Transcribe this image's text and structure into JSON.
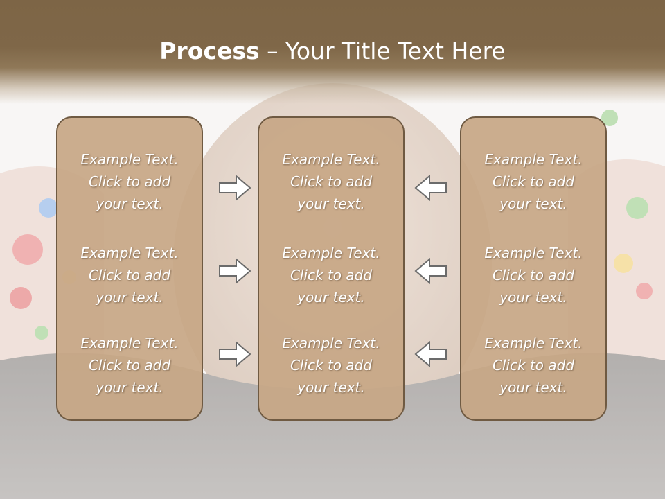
{
  "title": {
    "bold": "Process",
    "dash": " – ",
    "rest": "Your Title Text Here"
  },
  "columns": [
    {
      "blocks": [
        {
          "lines": [
            "Example Text.",
            "Click  to add",
            "your text."
          ]
        },
        {
          "lines": [
            "Example Text.",
            "Click  to add",
            "your text."
          ]
        },
        {
          "lines": [
            "Example Text.",
            "Click  to add",
            "your text."
          ]
        }
      ]
    },
    {
      "blocks": [
        {
          "lines": [
            "Example Text.",
            "Click  to add",
            "your text."
          ]
        },
        {
          "lines": [
            "Example Text.",
            "Click  to add",
            "your text."
          ]
        },
        {
          "lines": [
            "Example Text.",
            "Click  to add",
            "your text."
          ]
        }
      ]
    },
    {
      "blocks": [
        {
          "lines": [
            "Example Text.",
            "Click  to add",
            "your text."
          ]
        },
        {
          "lines": [
            "Example Text.",
            "Click  to add",
            "your text."
          ]
        },
        {
          "lines": [
            "Example Text.",
            "Click  to add",
            "your text."
          ]
        }
      ]
    }
  ],
  "arrows": [
    {
      "icon": "arrow-right-icon"
    },
    {
      "icon": "arrow-right-icon"
    },
    {
      "icon": "arrow-right-icon"
    },
    {
      "icon": "arrow-left-icon"
    },
    {
      "icon": "arrow-left-icon"
    },
    {
      "icon": "arrow-left-icon"
    }
  ],
  "colors": {
    "title_band": "#7d6546",
    "box_fill": "#c7a785",
    "box_border": "#6f5a42",
    "text": "#ffffff",
    "arrow_fill": "#ffffff",
    "arrow_stroke": "#6b6b6b"
  }
}
